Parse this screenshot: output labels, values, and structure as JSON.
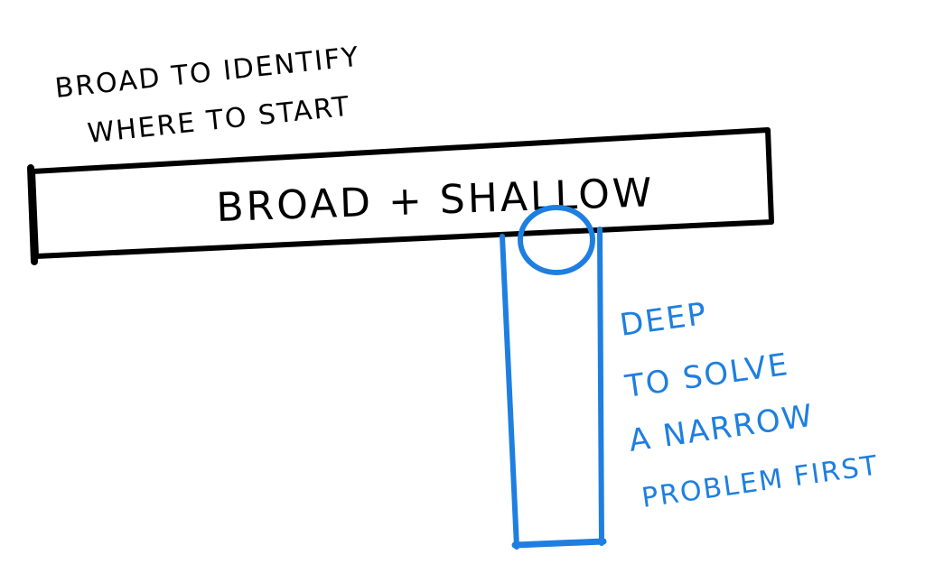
{
  "colors": {
    "ink_black": "#000000",
    "ink_blue": "#1e7fe0",
    "background": "#ffffff"
  },
  "top_note": {
    "line1": "Broad to Identify",
    "line2": "Where to start"
  },
  "bar": {
    "label": "Broad + Shallow"
  },
  "side_note": {
    "line1": "Deep",
    "line2": "to Solve",
    "line3": "a Narrow",
    "line4": "Problem First"
  }
}
